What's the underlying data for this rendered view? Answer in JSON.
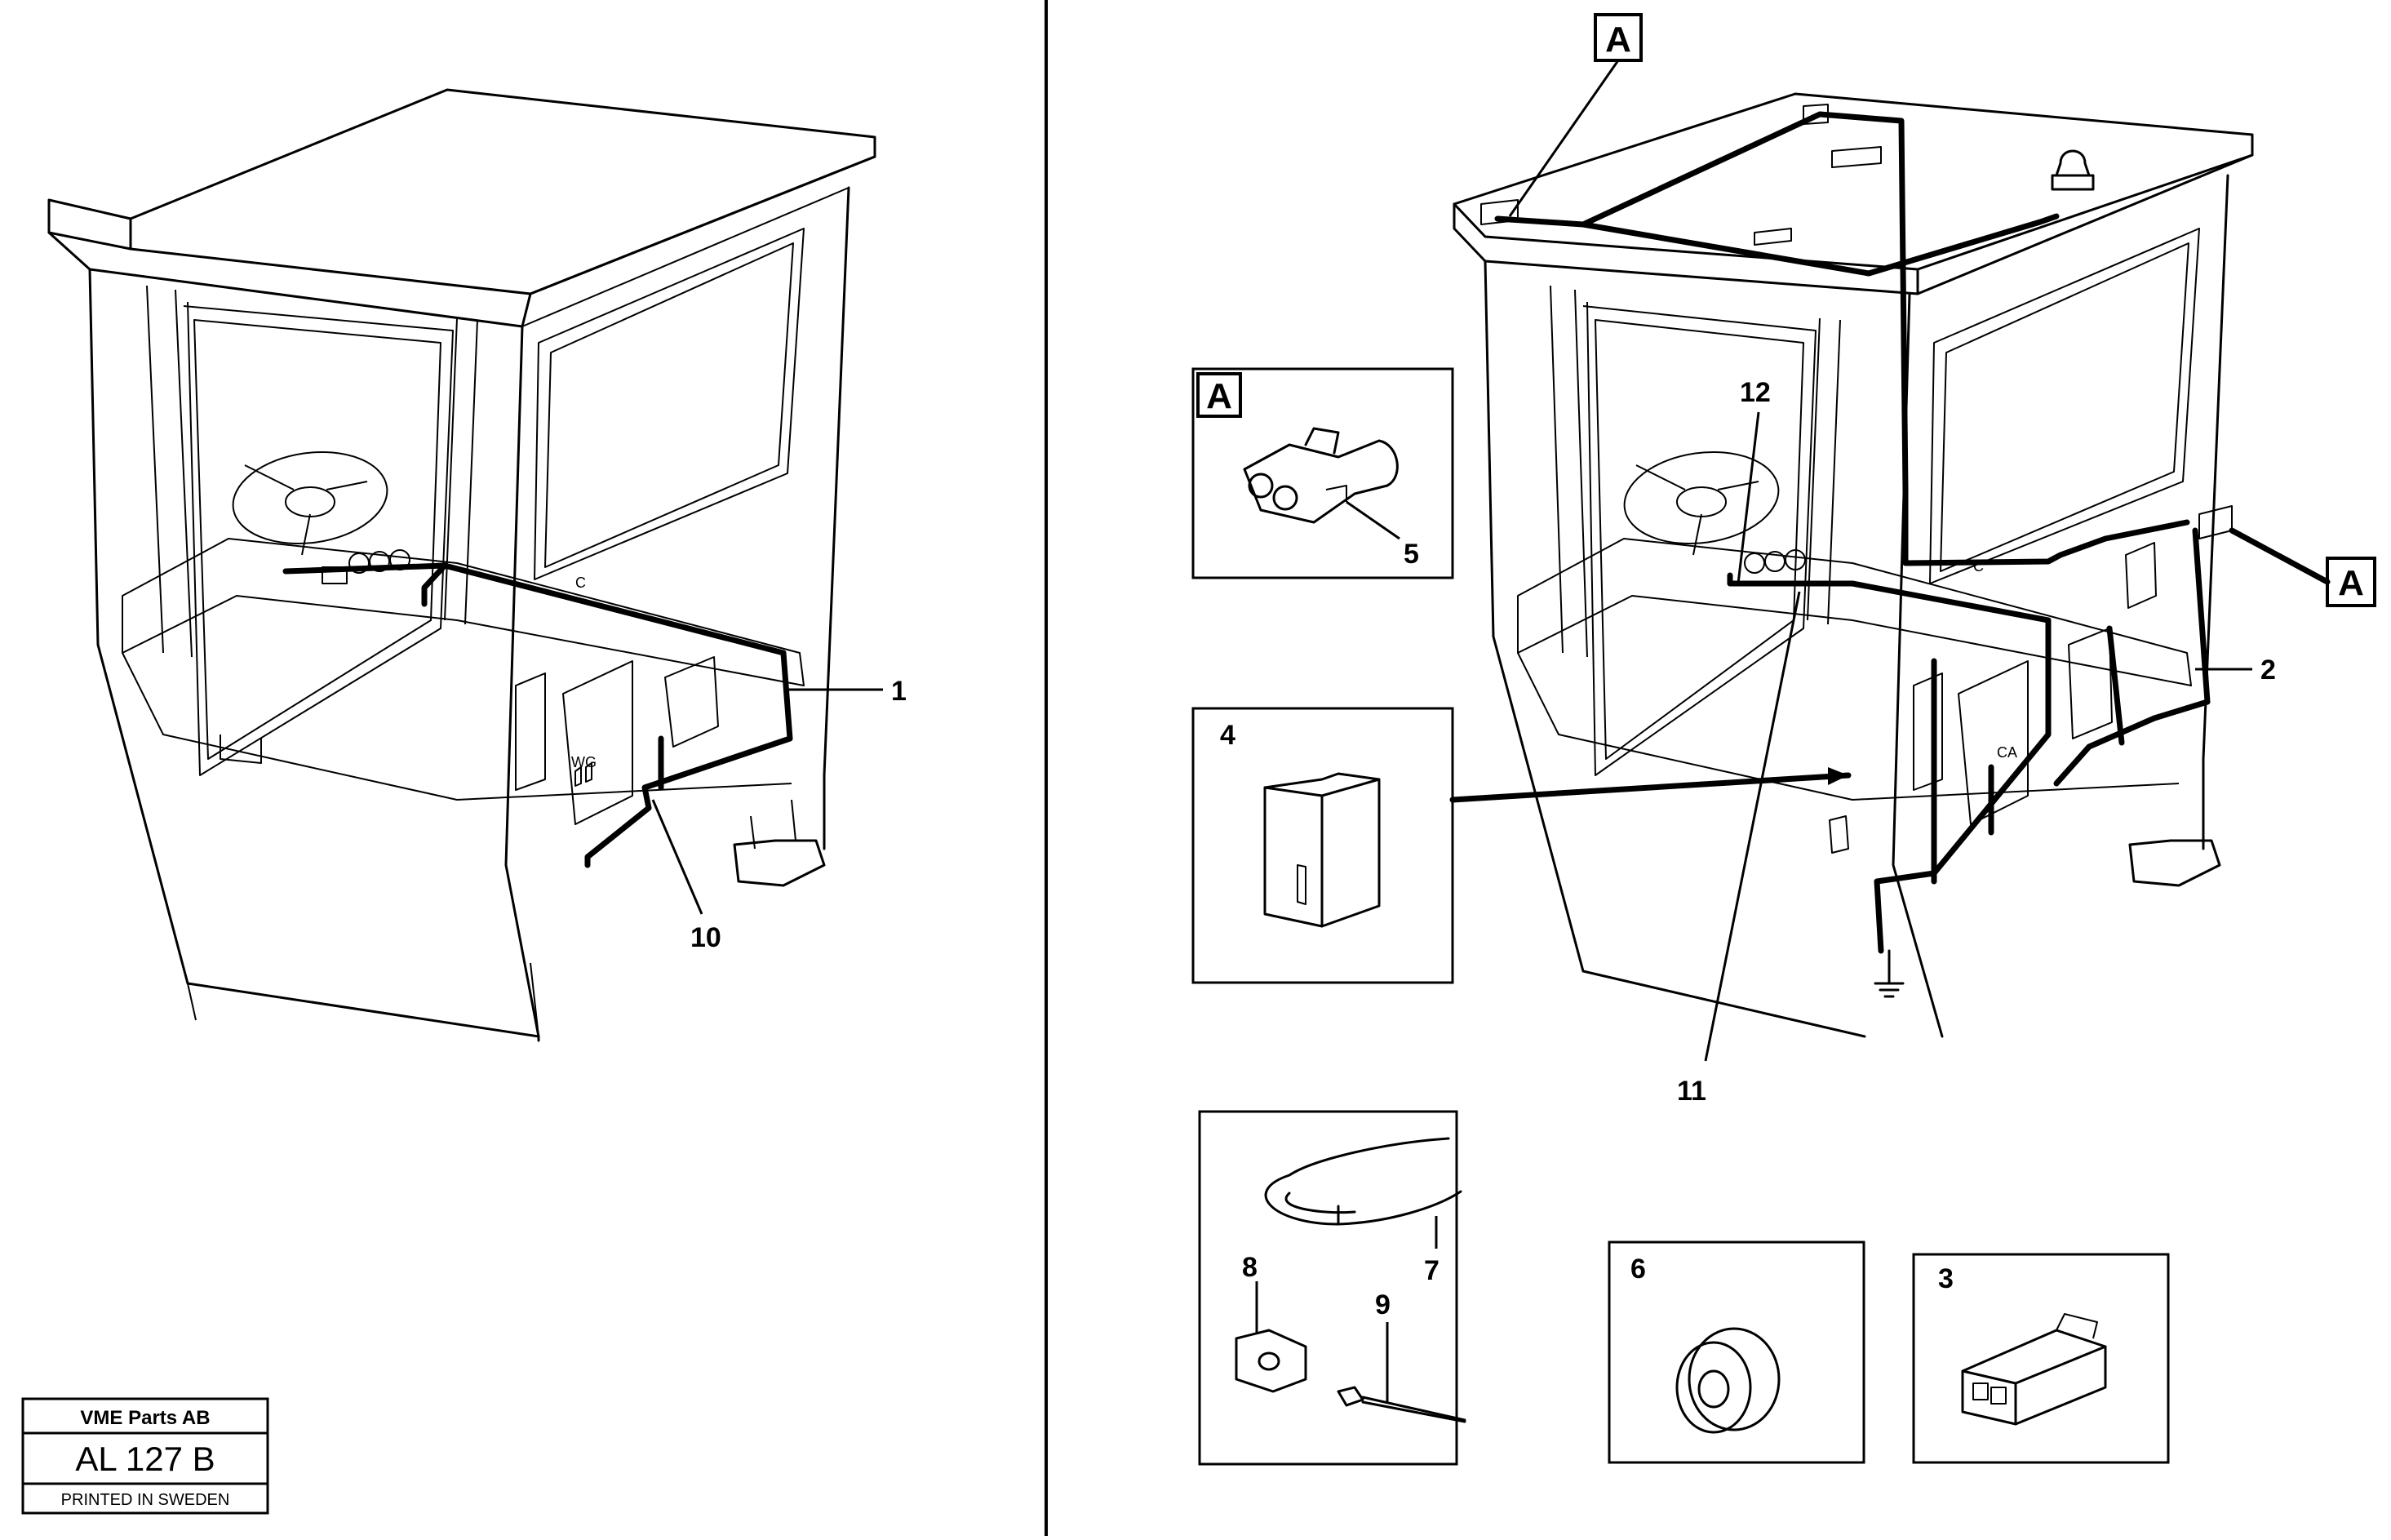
{
  "stamp": {
    "company": "VME Parts AB",
    "code": "AL 127 B",
    "printed": "PRINTED IN SWEDEN"
  },
  "callouts": {
    "c1": "1",
    "c2": "2",
    "c3": "3",
    "c4": "4",
    "c5": "5",
    "c6": "6",
    "c7": "7",
    "c8": "8",
    "c9": "9",
    "c10": "10",
    "c11": "11",
    "c12": "12"
  },
  "detail_refs": {
    "a_top": "A",
    "a_detail": "A",
    "a_right": "A"
  },
  "panel_marks": {
    "left_wg": "WG",
    "left_c": "C",
    "right_c": "C",
    "right_ca": "CA"
  }
}
